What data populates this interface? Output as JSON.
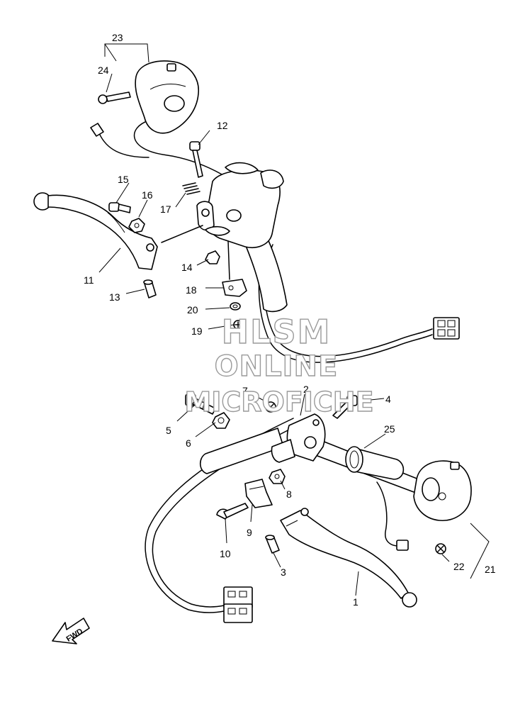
{
  "labels": {
    "p1": "1",
    "p2": "2",
    "p3": "3",
    "p4": "4",
    "p5": "5",
    "p6": "6",
    "p7": "7",
    "p8": "8",
    "p9": "9",
    "p10": "10",
    "p11": "11",
    "p12": "12",
    "p13": "13",
    "p14": "14",
    "p15": "15",
    "p16": "16",
    "p17": "17",
    "p18": "18",
    "p19": "19",
    "p20": "20",
    "p21": "21",
    "p22": "22",
    "p23": "23",
    "p24": "24",
    "p25": "25"
  },
  "watermark": {
    "line1": "HLSM",
    "line2": "ONLINE",
    "line3": "MICROFICHE"
  },
  "direction": {
    "label": "FWD"
  }
}
